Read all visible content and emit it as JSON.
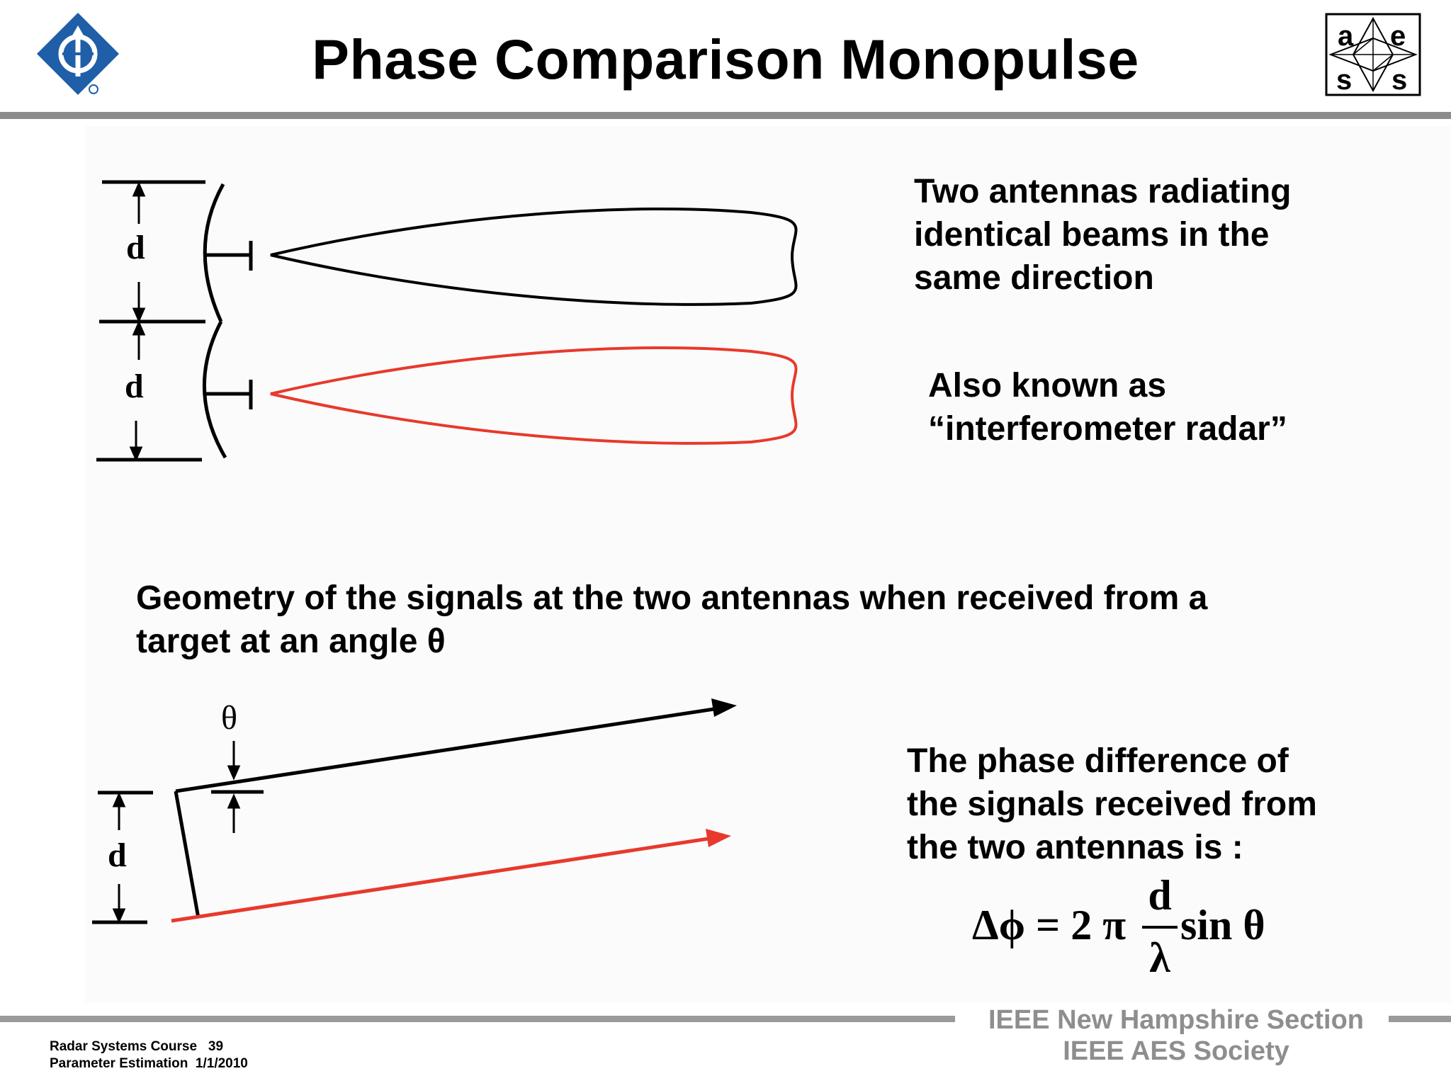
{
  "slide": {
    "title": "Phase Comparison Monopulse"
  },
  "top_text": {
    "line1": "Two antennas radiating",
    "line2": "identical beams in the",
    "line3": "same direction"
  },
  "aka_text": {
    "line1": "Also known as",
    "line2": "“interferometer radar”"
  },
  "geometry_caption": {
    "line1": "Geometry of the signals at the two antennas when received from a",
    "line2": "target at an angle θ"
  },
  "phase_text": {
    "line1": "The phase difference of",
    "line2": "the signals received from",
    "line3": "the two antennas is :"
  },
  "formula": {
    "lhs": "Δϕ = 2 π",
    "numerator": "d",
    "denominator": "λ",
    "rhs": "sin θ"
  },
  "diagram_labels": {
    "spacing_top": "d",
    "spacing_bottom": "d",
    "geometry_spacing": "d",
    "angle": "θ"
  },
  "footer": {
    "course_line": "Radar Systems Course   39",
    "topic_line": "Parameter Estimation  1/1/2010",
    "section": "IEEE New Hampshire Section",
    "society": "IEEE AES Society"
  },
  "logos": {
    "left": "ieee-logo",
    "right_letters": [
      "a",
      "e",
      "s",
      "s"
    ]
  },
  "colors": {
    "beam_top": "#000000",
    "beam_bottom": "#e8392c",
    "ieee_blue": "#1f5fa8",
    "footer_gray": "#8e8e8e",
    "rule_gray": "#8c8c8c"
  }
}
